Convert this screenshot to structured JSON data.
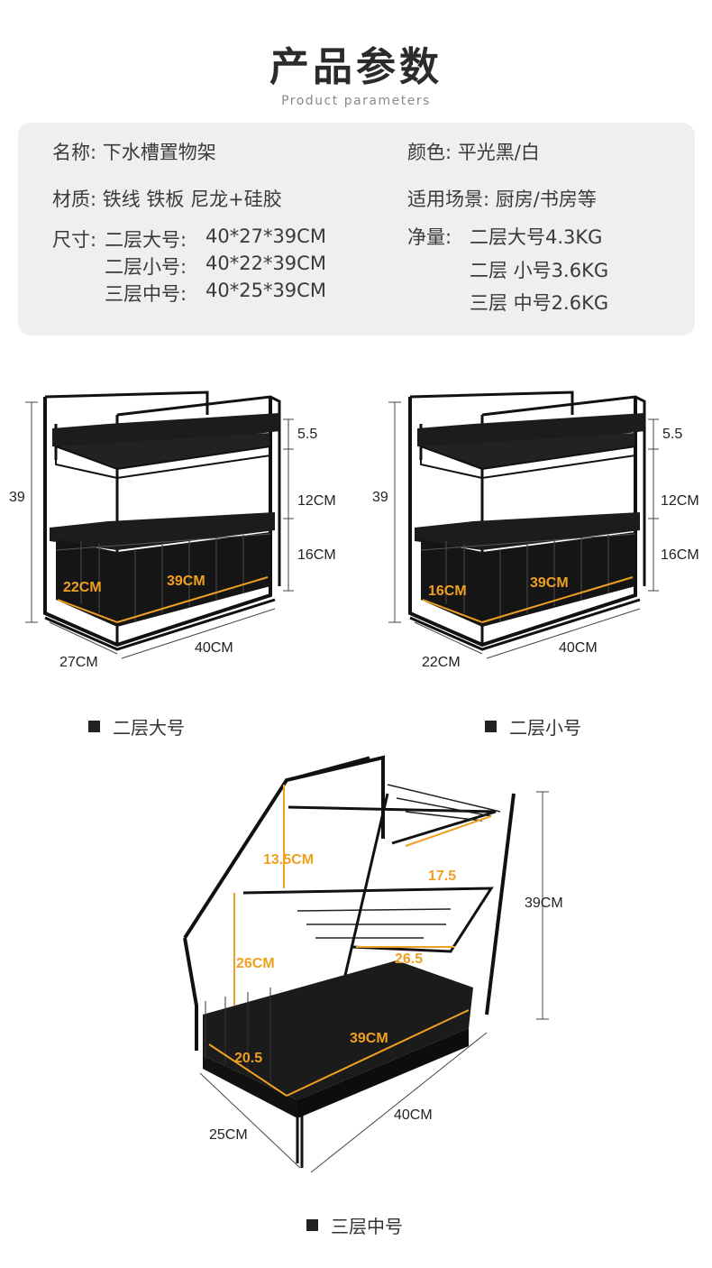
{
  "header": {
    "title": "产品参数",
    "subtitle": "Product parameters"
  },
  "params": {
    "name": "名称: 下水槽置物架",
    "color": "颜色: 平光黑/白",
    "material": "材质: 铁线 铁板 尼龙+硅胶",
    "usage": "适用场景: 厨房/书房等",
    "size_label": "尺寸:",
    "sizes": [
      {
        "name": "二层大号:",
        "value": "40*27*39CM"
      },
      {
        "name": "二层小号:",
        "value": "40*22*39CM"
      },
      {
        "name": "三层中号:",
        "value": "40*25*39CM"
      }
    ],
    "weight_label": "净量:",
    "weights": [
      "二层大号4.3KG",
      "二层 小号3.6KG",
      "三层 中号2.6KG"
    ]
  },
  "products": {
    "large": {
      "caption": "二层大号",
      "height": "39",
      "gap_top": "5.5",
      "gap_mid": "12CM",
      "gap_bottom": "16CM",
      "inner_depth": "22CM",
      "inner_width": "39CM",
      "depth": "27CM",
      "width": "40CM"
    },
    "small": {
      "caption": "二层小号",
      "height": "39",
      "gap_top": "5.5",
      "gap_mid": "12CM",
      "gap_bottom": "16CM",
      "inner_depth": "16CM",
      "inner_width": "39CM",
      "depth": "22CM",
      "width": "40CM"
    },
    "medium": {
      "caption": "三层中号",
      "top_gap": "13.5CM",
      "top_depth": "17.5",
      "mid_gap": "26CM",
      "mid_width": "26.5",
      "height": "39CM",
      "inner_depth": "20.5",
      "inner_width": "39CM",
      "depth": "25CM",
      "width": "40CM"
    }
  },
  "colors": {
    "rack": "#1a1a1a",
    "accent": "#f0a020",
    "panel_bg": "#efefef"
  }
}
